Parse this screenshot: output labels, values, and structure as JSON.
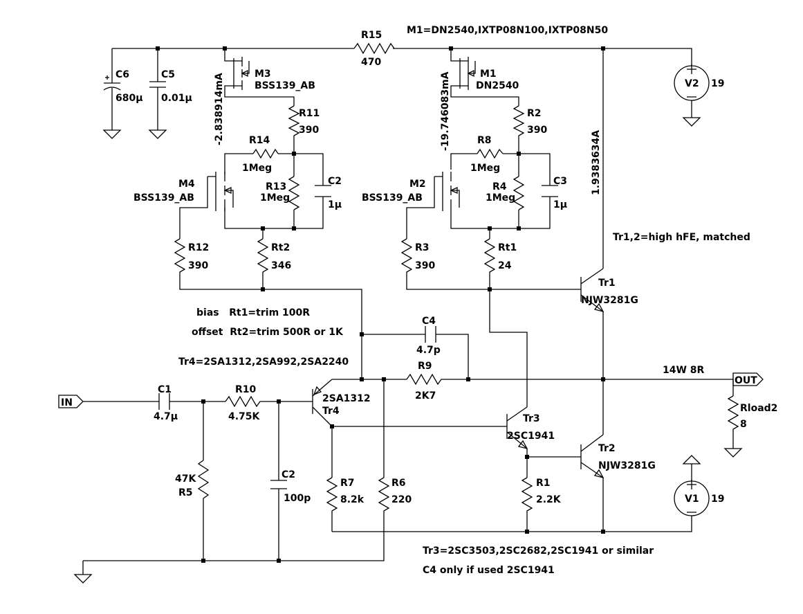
{
  "notes": {
    "models": "M1=DN2540,IXTP08N100,IXTP08N50",
    "tr12": "Tr1,2=high hFE, matched",
    "bias": "bias   Rt1=trim 100R",
    "offset": "offset  Rt2=trim 500R or 1K",
    "tr4": "Tr4=2SA1312,2SA992,2SA2240",
    "tr3": "Tr3=2SC3503,2SC2682,2SC1941 or similar",
    "c4": "C4 only if used 2SC1941",
    "output": "14W 8R"
  },
  "probes": {
    "m3_current": "-2.838914mA",
    "m1_current": "-19.746083mA",
    "tr1_current": "1.9383634A"
  },
  "ports": {
    "in": "IN",
    "out": "OUT"
  },
  "components": {
    "R15": {
      "name": "R15",
      "value": "470"
    },
    "C6": {
      "name": "C6",
      "value": "680µ"
    },
    "C5": {
      "name": "C5",
      "value": "0.01µ"
    },
    "M3": {
      "name": "M3",
      "value": "BSS139_AB"
    },
    "R11": {
      "name": "R11",
      "value": "390"
    },
    "R14": {
      "name": "R14",
      "value": "1Meg"
    },
    "R13": {
      "name": "R13",
      "value": "1Meg"
    },
    "C2a": {
      "name": "C2",
      "value": "1µ"
    },
    "M4": {
      "name": "M4",
      "value": "BSS139_AB"
    },
    "R12": {
      "name": "R12",
      "value": "390"
    },
    "Rt2": {
      "name": "Rt2",
      "value": "346"
    },
    "M1": {
      "name": "M1",
      "value": "DN2540"
    },
    "R2": {
      "name": "R2",
      "value": "390"
    },
    "R8": {
      "name": "R8",
      "value": "1Meg"
    },
    "R4": {
      "name": "R4",
      "value": "1Meg"
    },
    "C3": {
      "name": "C3",
      "value": "1µ"
    },
    "M2": {
      "name": "M2",
      "value": "BSS139_AB"
    },
    "R3": {
      "name": "R3",
      "value": "390"
    },
    "Rt1": {
      "name": "Rt1",
      "value": "24"
    },
    "V2": {
      "name": "V2",
      "value": "19"
    },
    "Tr1": {
      "name": "Tr1",
      "value": "NJW3281G"
    },
    "C4": {
      "name": "C4",
      "value": "4.7p"
    },
    "R9": {
      "name": "R9",
      "value": "2K7"
    },
    "C1": {
      "name": "C1",
      "value": "4.7µ"
    },
    "R10": {
      "name": "R10",
      "value": "4.75K"
    },
    "Tr4": {
      "name": "Tr4",
      "value": "2SA1312"
    },
    "Tr3": {
      "name": "Tr3",
      "value": "2SC1941"
    },
    "Tr2": {
      "name": "Tr2",
      "value": "NJW3281G"
    },
    "Rload2": {
      "name": "Rload2",
      "value": "8"
    },
    "R5": {
      "name": "R5",
      "value": "47K"
    },
    "C2b": {
      "name": "C2",
      "value": "100p"
    },
    "R7": {
      "name": "R7",
      "value": "8.2k"
    },
    "R6": {
      "name": "R6",
      "value": "220"
    },
    "R1": {
      "name": "R1",
      "value": "2.2K"
    },
    "V1": {
      "name": "V1",
      "value": "19"
    }
  }
}
